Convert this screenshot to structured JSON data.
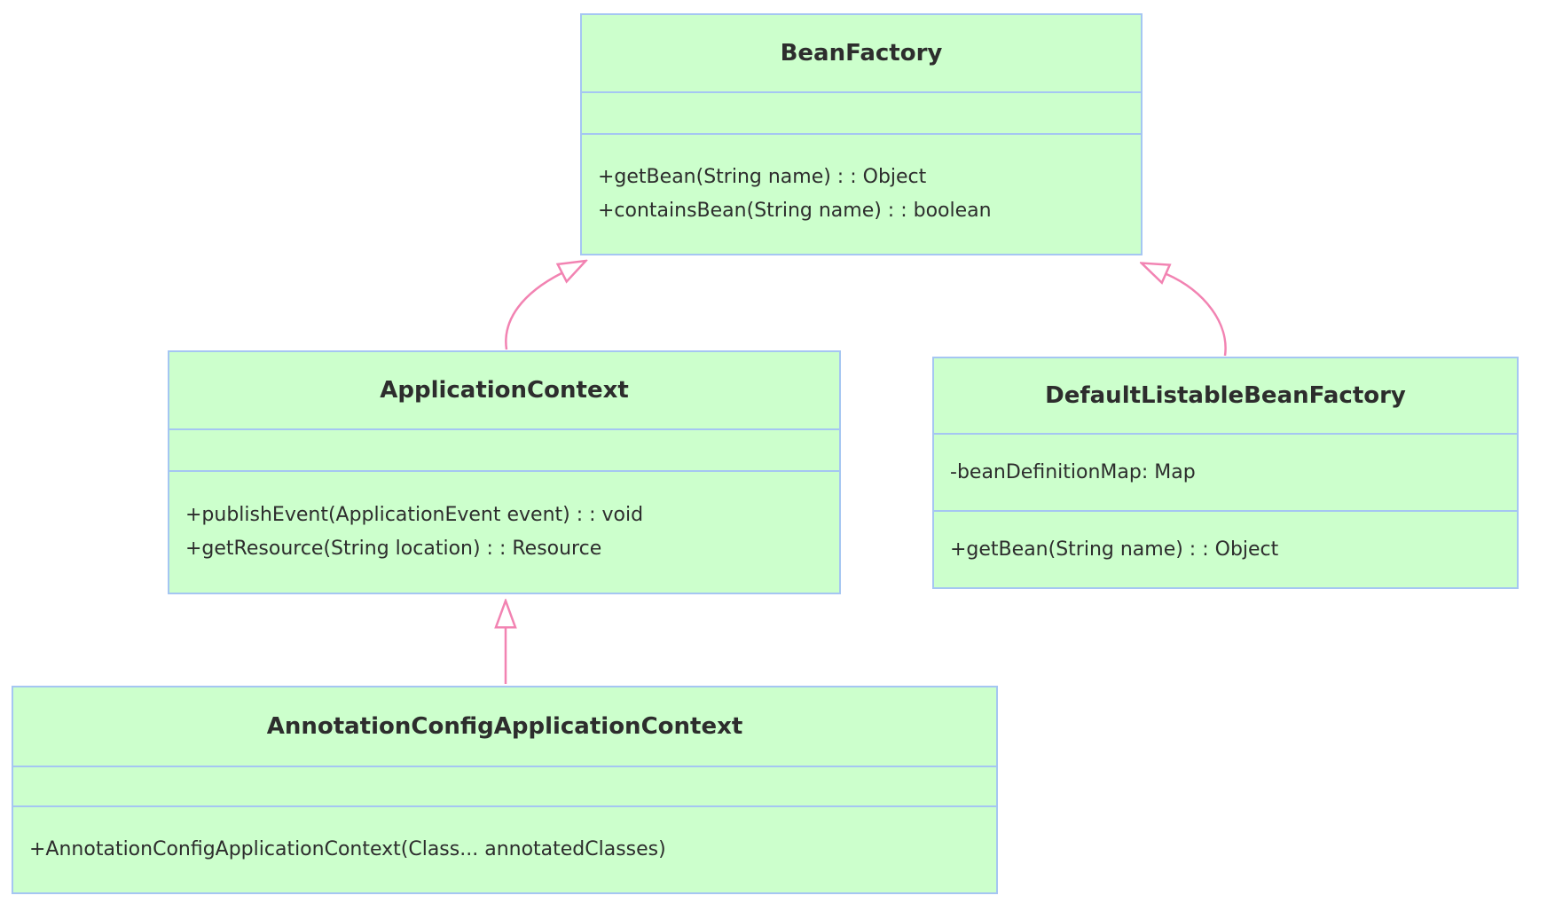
{
  "diagram": {
    "type": "uml-class-diagram",
    "classes": [
      {
        "name": "BeanFactory",
        "attributes": [],
        "methods": [
          "+getBean(String name) : : Object",
          "+containsBean(String name) : : boolean"
        ]
      },
      {
        "name": "ApplicationContext",
        "attributes": [],
        "methods": [
          "+publishEvent(ApplicationEvent event) : : void",
          "+getResource(String location) : : Resource"
        ]
      },
      {
        "name": "DefaultListableBeanFactory",
        "attributes": [
          "-beanDefinitionMap: Map"
        ],
        "methods": [
          "+getBean(String name) : : Object"
        ]
      },
      {
        "name": "AnnotationConfigApplicationContext",
        "attributes": [],
        "methods": [
          "+AnnotationConfigApplicationContext(Class... annotatedClasses)"
        ]
      }
    ],
    "relationships": [
      {
        "from": "ApplicationContext",
        "to": "BeanFactory",
        "type": "inheritance"
      },
      {
        "from": "DefaultListableBeanFactory",
        "to": "BeanFactory",
        "type": "inheritance"
      },
      {
        "from": "AnnotationConfigApplicationContext",
        "to": "ApplicationContext",
        "type": "inheritance"
      }
    ],
    "colors": {
      "class_fill": "#ccffcc",
      "class_border": "#a5c6f2",
      "arrow_stroke": "#f283b2",
      "arrowhead_fill": "#ffffff",
      "text": "#2d2d2d",
      "background": "#ffffff"
    }
  }
}
